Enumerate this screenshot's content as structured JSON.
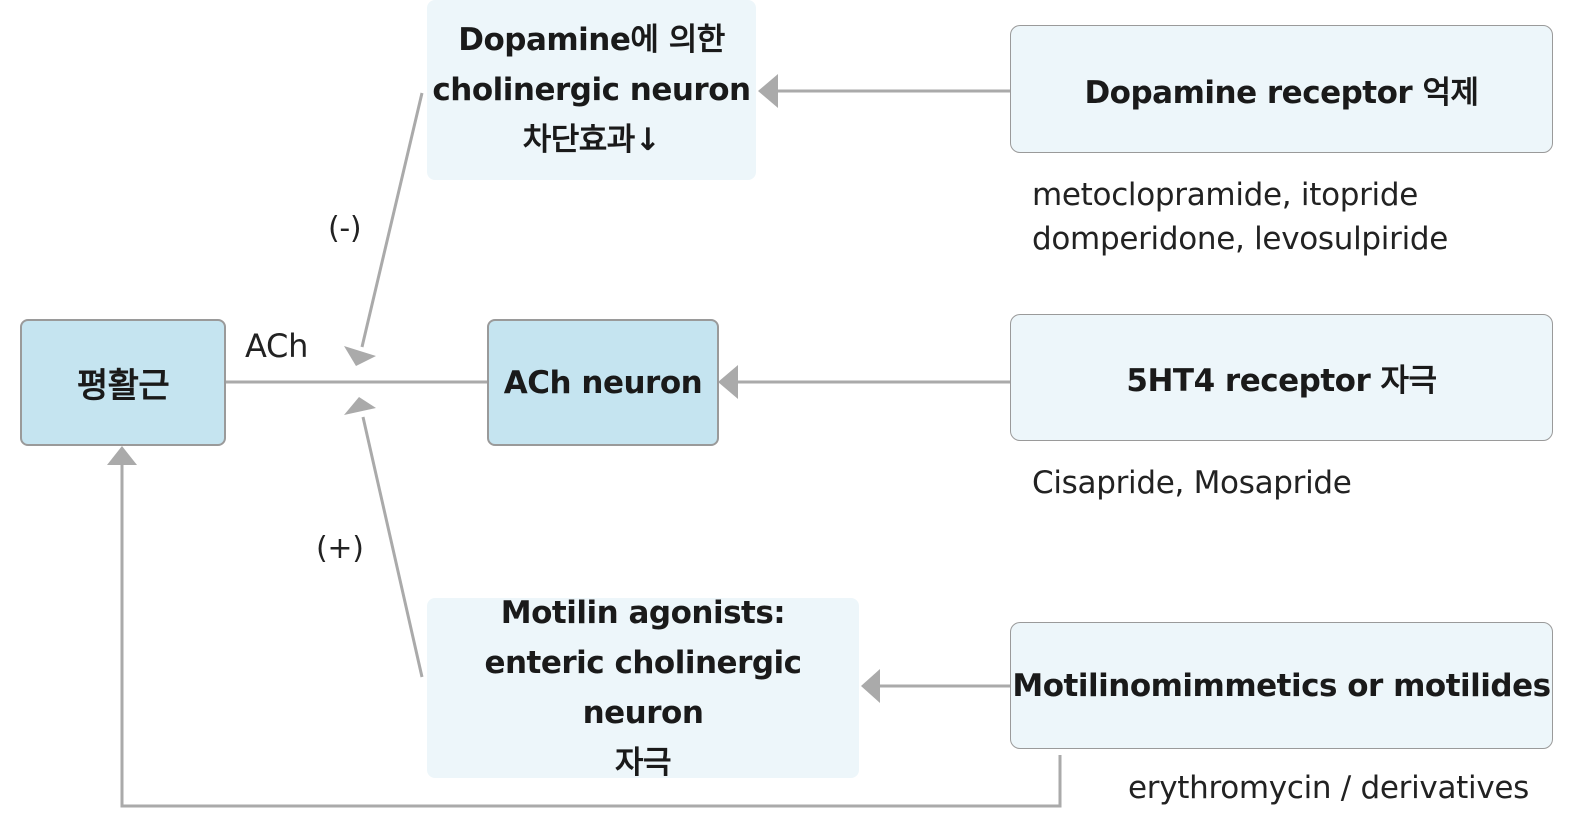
{
  "nodes": {
    "smooth_muscle": {
      "label": "평활근"
    },
    "ach_neuron": {
      "label": "ACh neuron"
    },
    "dopamine_effect": {
      "lines": [
        "Dopamine에 의한",
        "cholinergic neuron",
        "차단효과↓"
      ]
    },
    "motilin_agonists": {
      "lines": [
        "Motilin agonists:",
        "enteric cholinergic neuron",
        "자극"
      ]
    },
    "dopamine_receptor": {
      "label": "Dopamine receptor 억제"
    },
    "ht4_receptor": {
      "label": "5HT4 receptor 자극"
    },
    "motilinomimetics": {
      "label": "Motilinomimmetics or motilides"
    }
  },
  "labels": {
    "ach": "ACh",
    "minus": "(-)",
    "plus": "(+)"
  },
  "drugs": {
    "dopamine": [
      "metoclopramide, itopride",
      "domperidone, levosulpiride"
    ],
    "ht4": "Cisapride, Mosapride",
    "motilin": "erythromycin / derivatives"
  },
  "colors": {
    "node_dark": "#c5e4f0",
    "node_light": "#edf6fa",
    "border": "#9a9a9a",
    "arrow": "#aaaaaa"
  }
}
